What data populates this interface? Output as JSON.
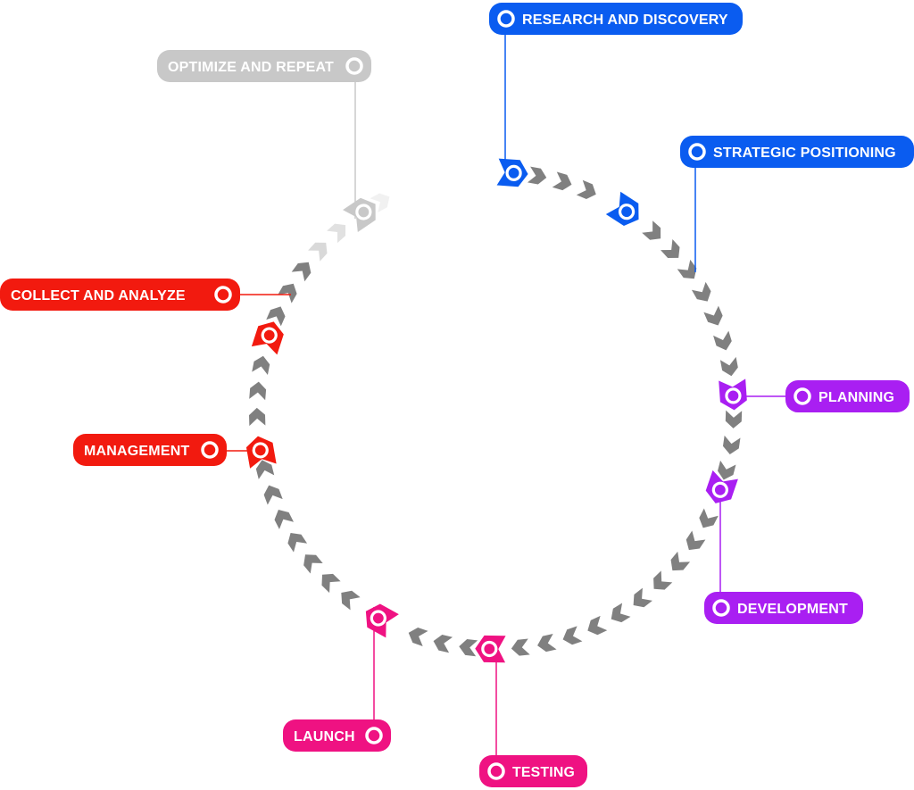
{
  "title": "",
  "stages": [
    {
      "label": "RESEARCH AND DISCOVERY",
      "color": "#0a5cf0",
      "icon": "ring-icon"
    },
    {
      "label": "STRATEGIC POSITIONING",
      "color": "#0a5cf0",
      "icon": "ring-icon"
    },
    {
      "label": "PLANNING",
      "color": "#a91ff2",
      "icon": "ring-icon"
    },
    {
      "label": "DEVELOPMENT",
      "color": "#a91ff2",
      "icon": "ring-icon"
    },
    {
      "label": "TESTING",
      "color": "#ef1282",
      "icon": "ring-icon"
    },
    {
      "label": "LAUNCH",
      "color": "#ef1282",
      "icon": "ring-icon"
    },
    {
      "label": "MANAGEMENT",
      "color": "#f21a0f",
      "icon": "ring-icon"
    },
    {
      "label": "COLLECT AND ANALYZE",
      "color": "#f21a0f",
      "icon": "ring-icon"
    },
    {
      "label": "OPTIMIZE AND REPEAT",
      "color": "#c8c8c8",
      "icon": "ring-icon"
    }
  ],
  "arrow_color": "#808080",
  "fade_color": "#d9d9d9"
}
